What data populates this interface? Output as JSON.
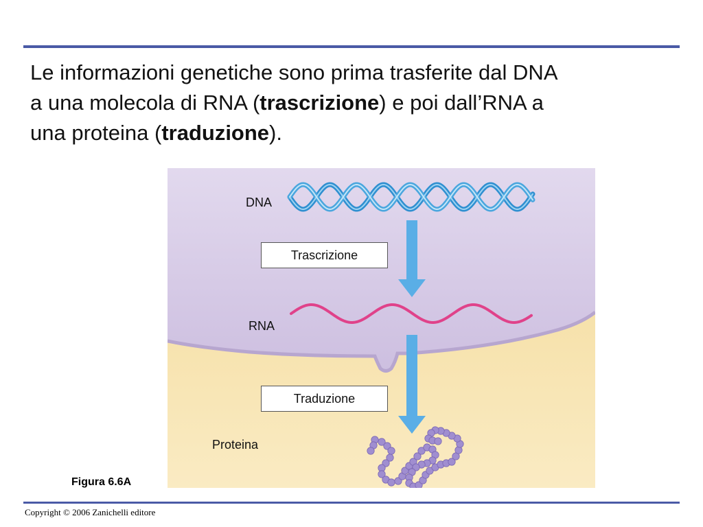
{
  "slide": {
    "heading": {
      "line1": "Le informazioni genetiche sono prima trasferite dal DNA",
      "line2_pre": "a una molecola di RNA (",
      "line2_bold": "trascrizione",
      "line2_post": ") e poi dall’RNA a",
      "line3_pre": "una proteina (",
      "line3_bold": "traduzione",
      "line3_post": ")."
    },
    "figure_label": "Figura 6.6A",
    "copyright": "Copyright © 2006 Zanichelli editore"
  },
  "diagram": {
    "labels": {
      "dna": "DNA",
      "transcription": "Trascrizione",
      "rna": "RNA",
      "translation": "Traduzione",
      "protein": "Proteina"
    }
  },
  "colors": {
    "rule": "#4a5aa6",
    "nucleus": "#d7cde6",
    "nucleus_edge": "#b7a6cf",
    "cytoplasm": "#f6e0a6",
    "dna_strand": "#4aa6de",
    "rna_strand": "#e0428a",
    "arrow": "#5aaee6",
    "protein_bead": "#a08ed0"
  }
}
